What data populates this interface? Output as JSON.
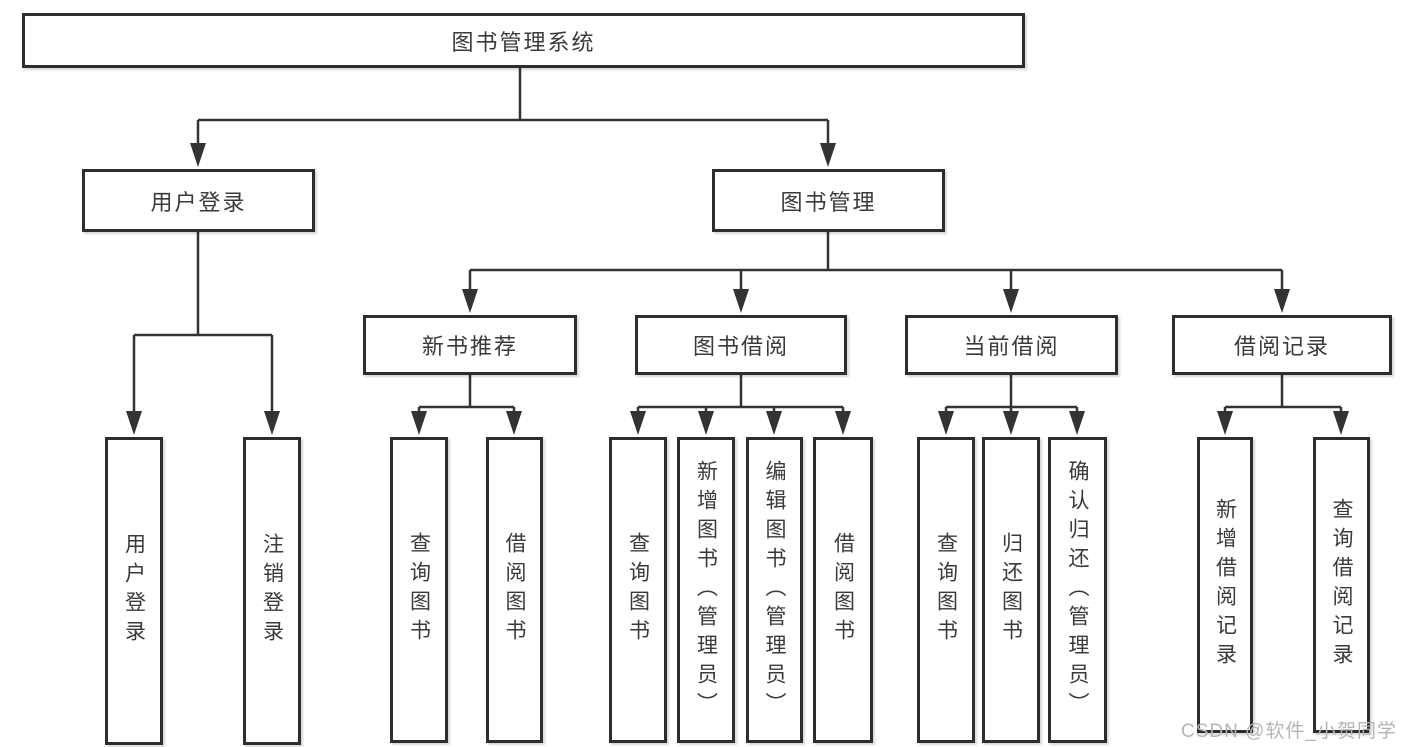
{
  "diagram": {
    "title_node": "图书管理系统",
    "root": "图书管理系统",
    "branches": [
      {
        "label": "用户登录",
        "children": [
          "用户登录",
          "注销登录"
        ]
      },
      {
        "label": "图书管理",
        "groups": [
          {
            "label": "新书推荐",
            "children": [
              "查询图书",
              "借阅图书"
            ]
          },
          {
            "label": "图书借阅",
            "children": [
              "查询图书",
              "新增图书（管理员）",
              "编辑图书（管理员）",
              "借阅图书"
            ]
          },
          {
            "label": "当前借阅",
            "children": [
              "查询图书",
              "归还图书",
              "确认归还（管理员）"
            ]
          },
          {
            "label": "借阅记录",
            "children": [
              "新增借阅记录",
              "查询借阅记录"
            ]
          }
        ]
      }
    ]
  },
  "watermark": "CSDN @软件_小贺同学",
  "colors": {
    "line": "#333333",
    "box_border": "#2d2d2d",
    "text": "#3a3a3a",
    "watermark": "#b5b5b5",
    "background": "#ffffff"
  }
}
